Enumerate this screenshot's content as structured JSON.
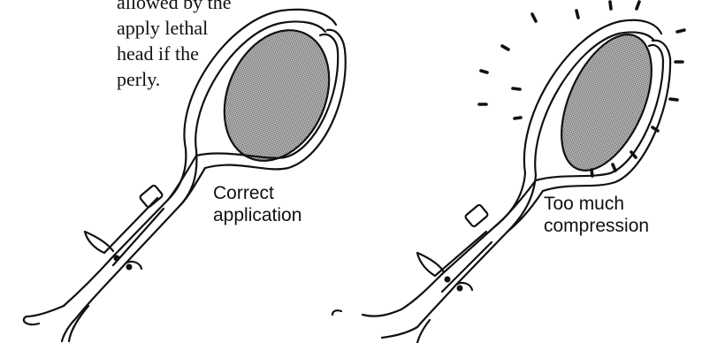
{
  "text_fragment": {
    "lines": [
      "allowed by the",
      "apply lethal",
      "head if the",
      "perly."
    ]
  },
  "panels": [
    {
      "label_lines": [
        "Correct",
        "application"
      ],
      "icon": "obstetric-forceps-icon"
    },
    {
      "label_lines": [
        "Too much",
        "compression"
      ],
      "icon": "obstetric-forceps-compressed-icon"
    }
  ],
  "colors": {
    "stroke": "#111111",
    "head_fill": "#9a9a9a",
    "background": "#ffffff"
  }
}
